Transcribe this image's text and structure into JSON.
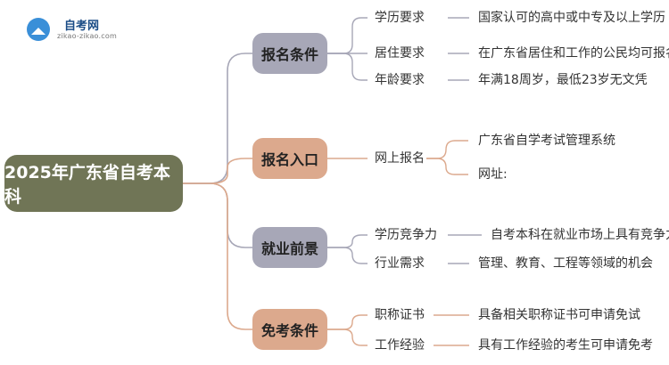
{
  "logo": {
    "name": "自考网",
    "url": "zikao-zikao.com"
  },
  "root": "2025年广东省自考本科",
  "branches": [
    {
      "label": "报名条件",
      "color": "#a7a7b7",
      "items": [
        {
          "key": "学历要求",
          "value": "国家认可的高中或中专及以上学历"
        },
        {
          "key": "居住要求",
          "value": "在广东省居住和工作的公民均可报名"
        },
        {
          "key": "年龄要求",
          "value": "年满18周岁，最低23岁无文凭"
        }
      ]
    },
    {
      "label": "报名入口",
      "color": "#dca98d",
      "items": [
        {
          "key": "网上报名",
          "values": [
            "广东省自学考试管理系统",
            "网址:"
          ]
        }
      ]
    },
    {
      "label": "就业前景",
      "color": "#a7a7b7",
      "items": [
        {
          "key": "学历竞争力",
          "value": "自考本科在就业市场上具有竞争力"
        },
        {
          "key": "行业需求",
          "value": "管理、教育、工程等领域的机会"
        }
      ]
    },
    {
      "label": "免考条件",
      "color": "#dca98d",
      "items": [
        {
          "key": "职称证书",
          "value": "具备相关职称证书可申请免试"
        },
        {
          "key": "工作经验",
          "value": "具有工作经验的考生可申请免考"
        }
      ]
    }
  ]
}
